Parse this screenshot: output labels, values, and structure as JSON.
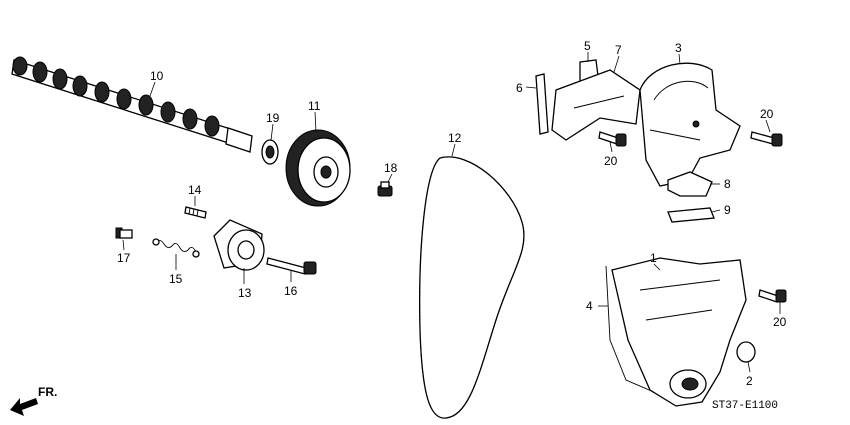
{
  "diagram": {
    "callouts": {
      "p1": "1",
      "p2": "2",
      "p3": "3",
      "p4": "4",
      "p5": "5",
      "p6": "6",
      "p7": "7",
      "p8": "8",
      "p9": "9",
      "p10": "10",
      "p11": "11",
      "p12": "12",
      "p13": "13",
      "p14": "14",
      "p15": "15",
      "p16": "16",
      "p17": "17",
      "p18": "18",
      "p19": "19",
      "p20a": "20",
      "p20b": "20",
      "p20c": "20"
    },
    "front_arrow_label": "FR.",
    "diagram_code": "ST37-E1100"
  }
}
